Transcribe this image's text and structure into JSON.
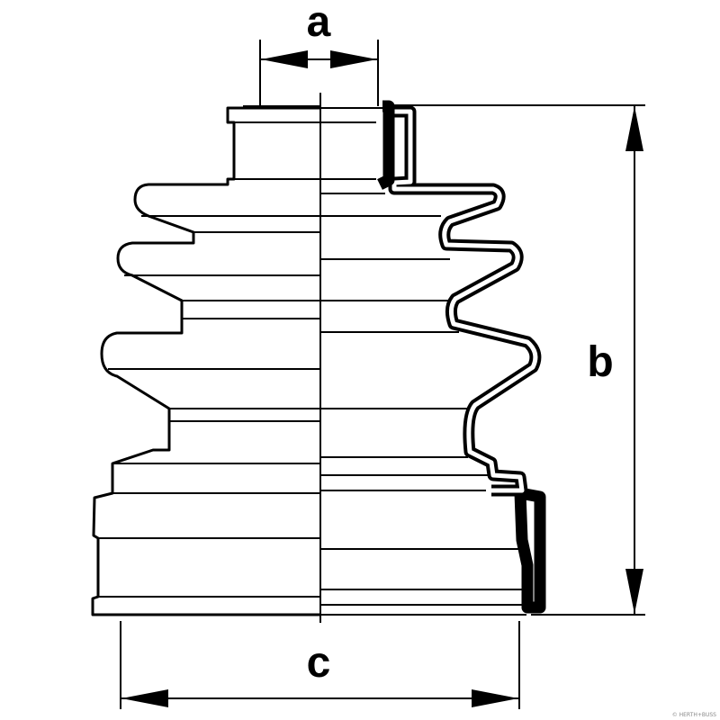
{
  "dimensions": {
    "a": "a",
    "b": "b",
    "c": "c"
  },
  "watermark": "© HERTH+BUSS",
  "colors": {
    "line": "#000000",
    "background": "#ffffff"
  }
}
